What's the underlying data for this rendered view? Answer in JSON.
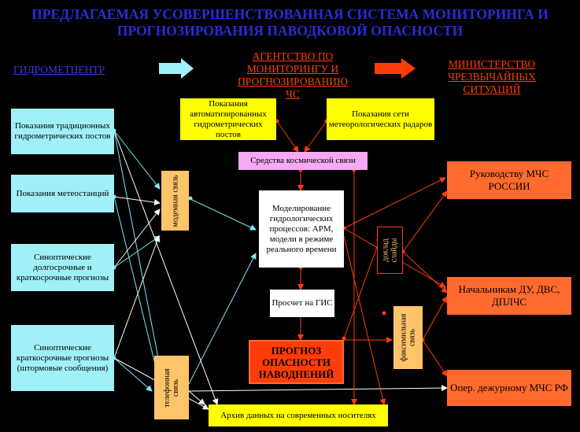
{
  "title": {
    "line1": "ПРЕДЛАГАЕМАЯ  УСОВЕРШЕНСТВОВАННАЯ СИСТЕМА МОНИТОРИНГА И",
    "line2": "ПРОГНОЗИРОВАНИЯ ПАВОДКОВОЙ ОПАСНОСТИ"
  },
  "headers": {
    "hydromet": "ГИДРОМЕТЦЕНТР",
    "agency": "АГЕНТСТВО ПО МОНИТОРИНГУ И ПРОГНОЗИРОВАНИЮ ЧС",
    "ministry": "МИНИСТЕРСТВО ЧРЕЗВЫЧАЙНЫХ СИТУАЦИЙ"
  },
  "sources": {
    "traditional": "Показания традиционных гидрометрических постов",
    "weather": "Показания метеостанций",
    "synoptic_long": "Синоптические долгосрочные и краткосрочные прогнозы",
    "synoptic_short": "Синоптические краткосрочные прогнозы (штормовые сообщения)"
  },
  "agency_inputs": {
    "auto": "Показания автоматизированных гидрометрических постов",
    "radar": "Показания сети метеорологических радаров"
  },
  "process": {
    "space": "Средства космической связи",
    "modeling": "Моделирование гидрологических процессов: АРМ, модели в режиме реального времени",
    "gis": "Просчет на ГИС",
    "forecast": "ПРОГНОЗ ОПАСНОСТИ НАВОДНЕНИЙ",
    "archive": "Архив данных на современных носителях"
  },
  "channels": {
    "modem": "модемная связь",
    "phone": "телефонная связь",
    "report": "доклад слайды",
    "fax": "факсимильная связь"
  },
  "recipients": {
    "leadership": "Руководству МЧС РОССИИ",
    "chiefs": "Начальникам ДУ, ДВС, ДПЛЧС",
    "duty": "Опер. дежурному МЧС РФ"
  },
  "colors": {
    "title": "#2b2bd8",
    "hydromet": "#3a3ae0",
    "agency": "#ff3d0a",
    "ministry": "#ff3d0a",
    "arrow_cyan": "#7fe8f0",
    "arrow_red": "#ff3d0a",
    "arrow_white": "#ffffff",
    "link_red": "#ff3d0a"
  }
}
